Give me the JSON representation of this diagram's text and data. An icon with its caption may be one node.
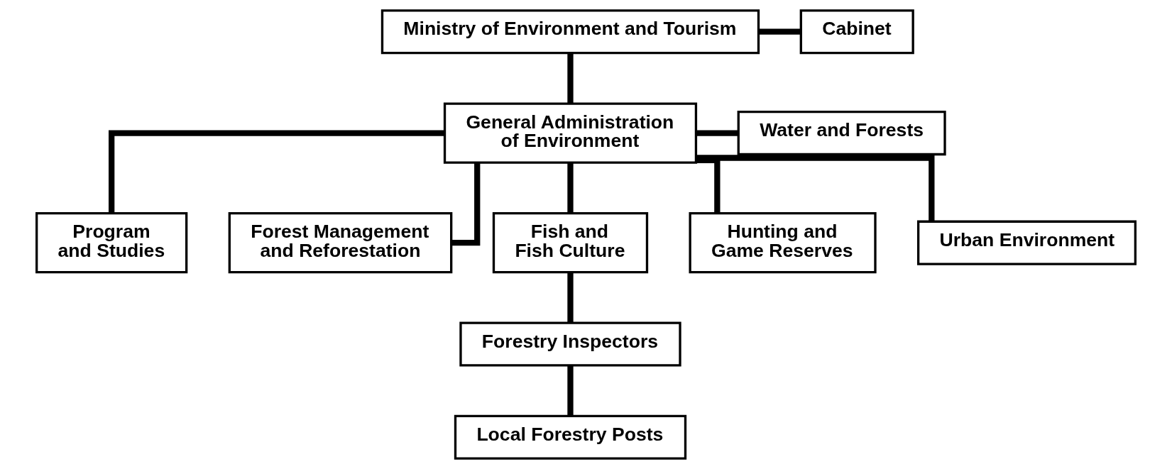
{
  "diagram": {
    "nodes": [
      {
        "text": [
          "Ministry of Environment and Tourism"
        ]
      },
      {
        "text": [
          "Cabinet"
        ]
      },
      {
        "text": [
          "General Administration of Environment"
        ]
      },
      {
        "text": [
          "Water and Forests"
        ]
      },
      {
        "text": [
          "Program and Studies"
        ]
      },
      {
        "text": [
          "Forest Management and Reforestation"
        ]
      },
      {
        "text": [
          "Fish and Fish Culture"
        ]
      },
      {
        "text": [
          "Hunting and Game Reserves"
        ]
      },
      {
        "text": [
          "Urban Environment"
        ]
      },
      {
        "text": [
          "Forestry Inspectors"
        ]
      },
      {
        "text": [
          "Local Forestry Posts"
        ]
      }
    ],
    "edges": [
      {
        "from": 0,
        "to": 1,
        "arrow": "none"
      },
      {
        "from": 0,
        "to": 2,
        "arrow": "none"
      },
      {
        "from": 2,
        "to": 3,
        "arrow": "none"
      },
      {
        "from": 2,
        "to": 4,
        "arrow": "none"
      },
      {
        "from": 2,
        "to": 5,
        "arrow": "none"
      },
      {
        "from": 2,
        "to": 6,
        "arrow": "none"
      },
      {
        "from": 2,
        "to": 7,
        "arrow": "none"
      },
      {
        "from": 2,
        "to": 8,
        "arrow": "none"
      },
      {
        "from": 6,
        "to": 9,
        "arrow": "none"
      },
      {
        "from": 9,
        "to": 10,
        "arrow": "none"
      }
    ]
  }
}
